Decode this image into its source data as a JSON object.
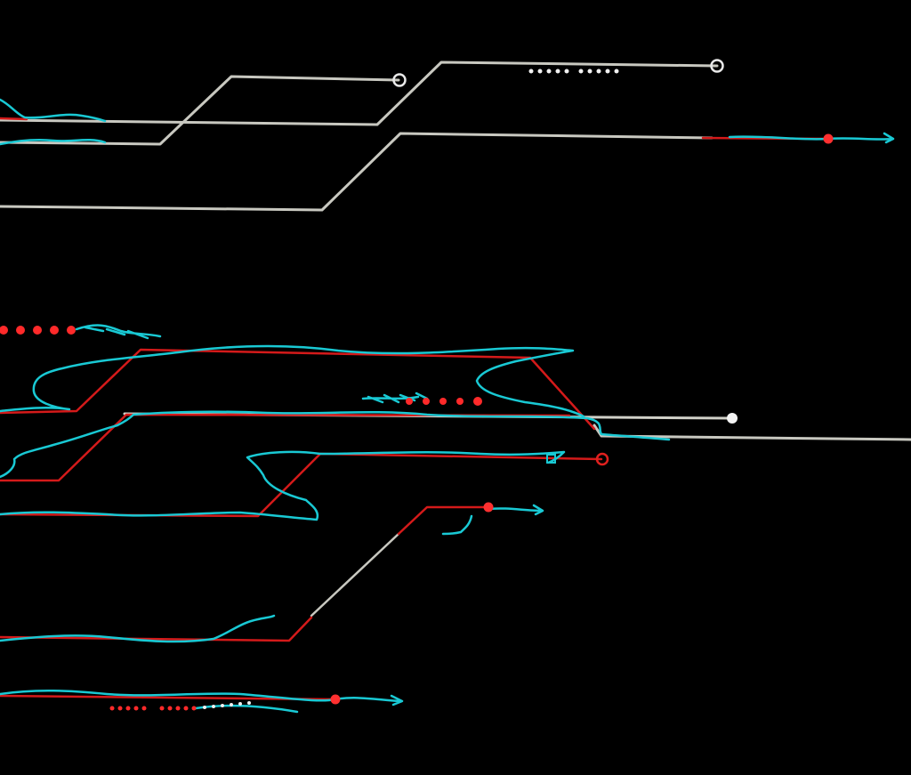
{
  "scene": {
    "description_free": true,
    "colors": {
      "background": "#000000",
      "gray_trace": "#c8c8c0",
      "white_mark": "#f0f0f0",
      "red_trace": "#d41a1a",
      "red_mark": "#ff2a2a",
      "cyan_trace": "#19c9d4"
    },
    "trace_groups": [
      {
        "name": "gray-trace-group",
        "color_key": "gray_trace",
        "count": 3
      },
      {
        "name": "red-trace-group",
        "color_key": "red_trace",
        "count": 6
      },
      {
        "name": "cyan-trace-group",
        "color_key": "cyan_trace",
        "count": 10
      }
    ],
    "markers": {
      "open_circles": 3,
      "filled_dots": 5,
      "dot_rows": 5
    }
  }
}
